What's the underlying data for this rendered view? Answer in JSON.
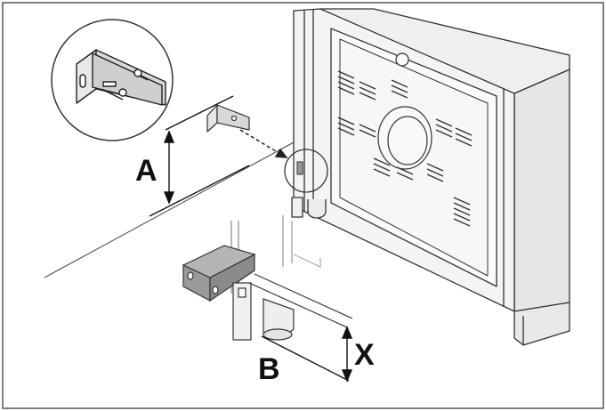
{
  "labels": {
    "dim_a": "A",
    "dim_x": "X",
    "dim_b": "B"
  },
  "colors": {
    "ink": "#222222",
    "appliance_face": "#f2f2f2",
    "appliance_side": "#e6e6e6",
    "bracket_fill": "#9a9a9a",
    "frame": "#555555"
  },
  "icons": [
    "bracket-detail-magnifier",
    "anti-tip-bracket",
    "dimension-arrow"
  ]
}
